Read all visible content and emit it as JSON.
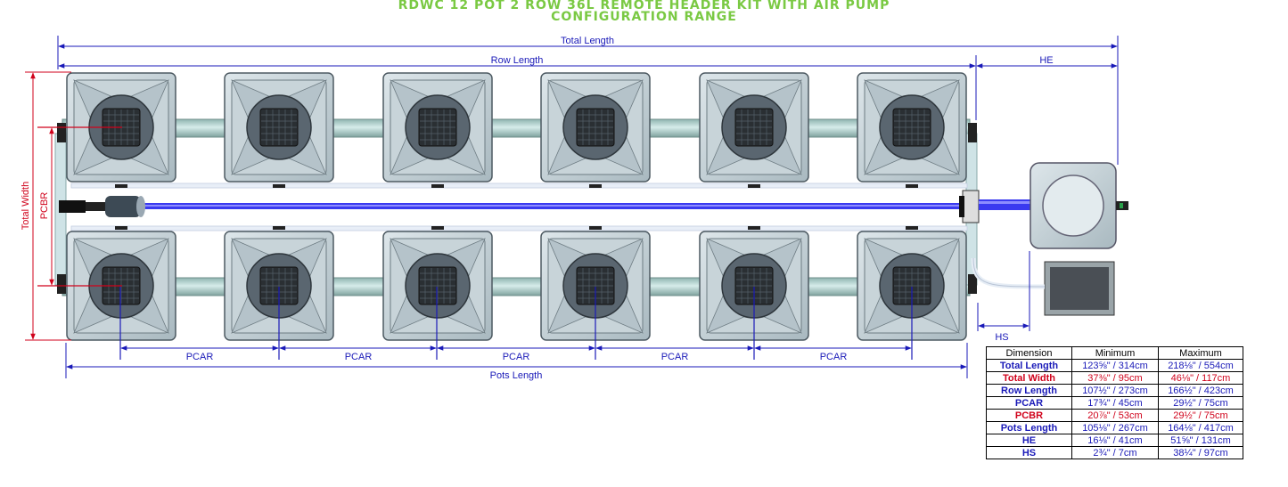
{
  "title": {
    "line1": "RDWC 12 POT 2 ROW 36L REMOTE HEADER KIT WITH AIR PUMP",
    "line2": "CONFIGURATION RANGE"
  },
  "labels": {
    "total_length": "Total Length",
    "row_length": "Row Length",
    "he": "HE",
    "hs": "HS",
    "total_width": "Total Width",
    "pcbr": "PCBR",
    "pcar": "PCAR",
    "pots_length": "Pots Length"
  },
  "colors": {
    "title": "#7ac943",
    "dim_blue": "#1a1ab8",
    "dim_red": "#d0021b",
    "air_line": "#3a3af0"
  },
  "table": {
    "headers": [
      "Dimension",
      "Minimum",
      "Maximum"
    ],
    "rows": [
      {
        "name": "Total Length",
        "min": "123⅝\" / 314cm",
        "max": "218⅛\" / 554cm",
        "color": "#1a1ab8"
      },
      {
        "name": "Total Width",
        "min": "37⅜\" / 95cm",
        "max": "46⅛\" / 117cm",
        "color": "#d0021b"
      },
      {
        "name": "Row Length",
        "min": "107½\" / 273cm",
        "max": "166½\" / 423cm",
        "color": "#1a1ab8"
      },
      {
        "name": "PCAR",
        "min": "17¾\" / 45cm",
        "max": "29½\" / 75cm",
        "color": "#1a1ab8"
      },
      {
        "name": "PCBR",
        "min": "20⅞\" / 53cm",
        "max": "29½\" / 75cm",
        "color": "#d0021b"
      },
      {
        "name": "Pots Length",
        "min": "105⅛\" / 267cm",
        "max": "164⅛\" / 417cm",
        "color": "#1a1ab8"
      },
      {
        "name": "HE",
        "min": "16⅛\" / 41cm",
        "max": "51⅝\" / 131cm",
        "color": "#1a1ab8"
      },
      {
        "name": "HS",
        "min": "2¾\" / 7cm",
        "max": "38¼\" / 97cm",
        "color": "#1a1ab8"
      }
    ]
  }
}
